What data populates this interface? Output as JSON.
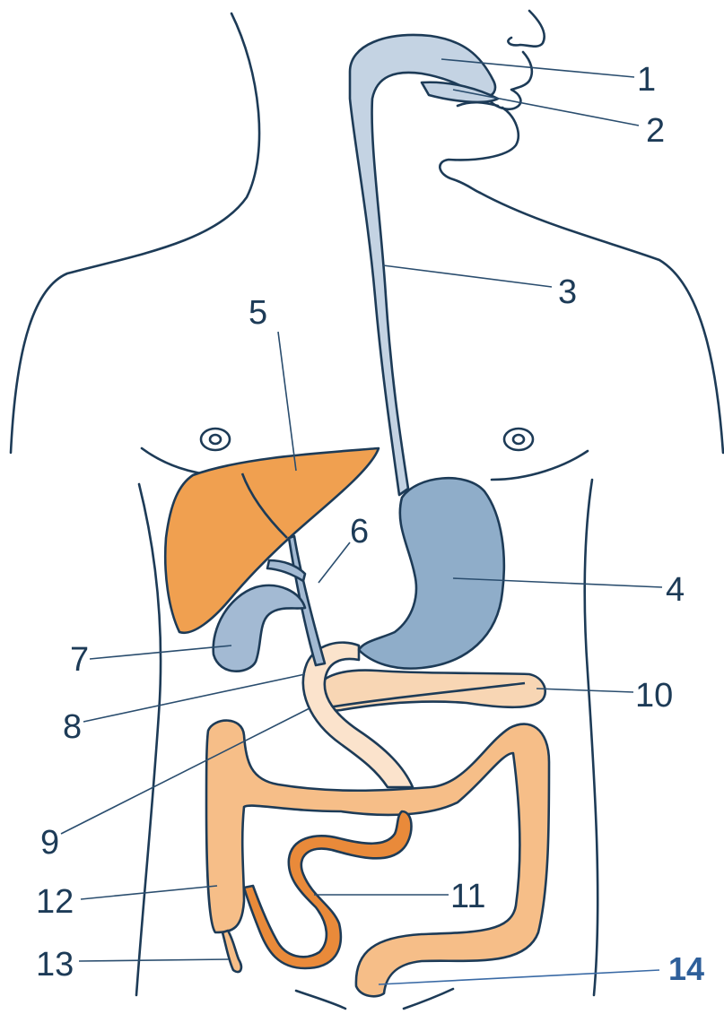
{
  "labels": [
    {
      "id": "1",
      "text": "1"
    },
    {
      "id": "2",
      "text": "2"
    },
    {
      "id": "3",
      "text": "3"
    },
    {
      "id": "4",
      "text": "4"
    },
    {
      "id": "5",
      "text": "5"
    },
    {
      "id": "6",
      "text": "6"
    },
    {
      "id": "7",
      "text": "7"
    },
    {
      "id": "8",
      "text": "8"
    },
    {
      "id": "9",
      "text": "9"
    },
    {
      "id": "10",
      "text": "10"
    },
    {
      "id": "11",
      "text": "11"
    },
    {
      "id": "12",
      "text": "12"
    },
    {
      "id": "13",
      "text": "13"
    },
    {
      "id": "14",
      "text": "14"
    }
  ],
  "colors": {
    "outline": "#1d3b57",
    "upper_tract": "#c4d3e3",
    "stomach": "#8fadc9",
    "gallbladder": "#a3bad3",
    "liver": "#f0a050",
    "pancreas": "#f8d6b4",
    "duodenum": "#fbe3cc",
    "small_intestine": "#e98a3a",
    "large_intestine": "#f6be88",
    "label_14": "#2e5f9a"
  }
}
